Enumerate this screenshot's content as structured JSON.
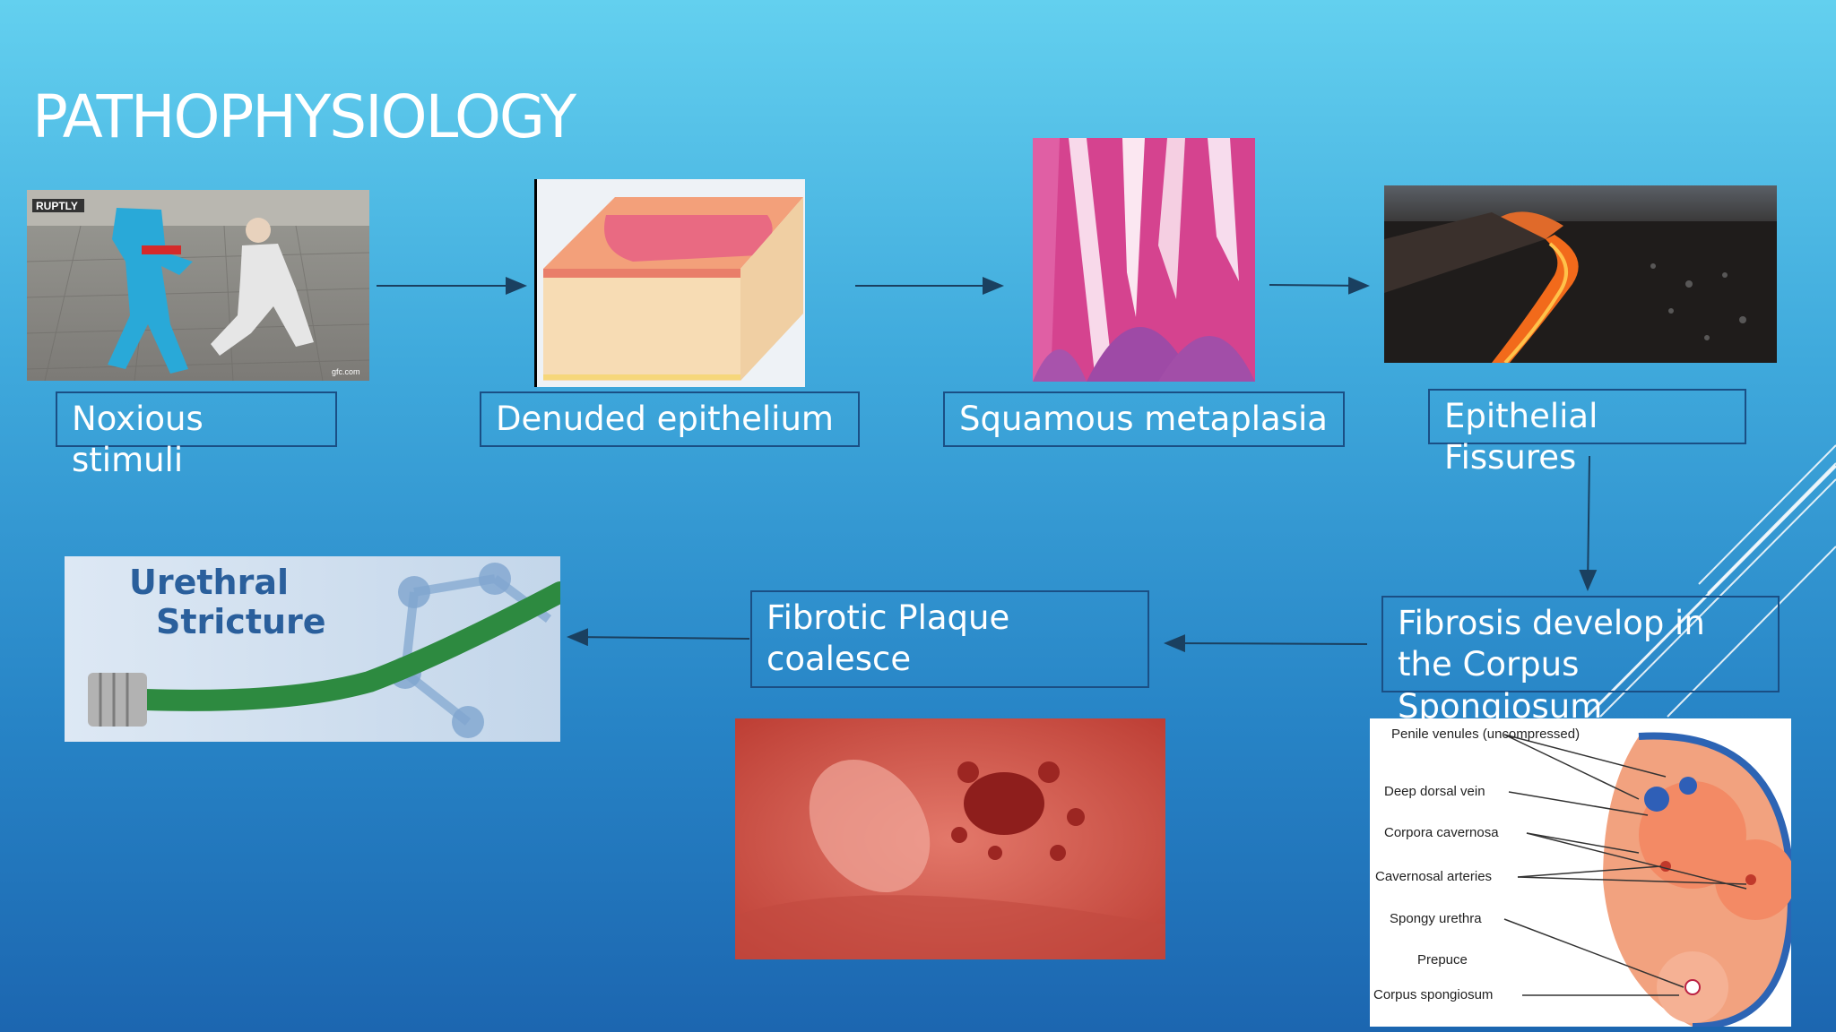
{
  "slide": {
    "title": "PATHOPHYSIOLOGY"
  },
  "steps": [
    {
      "label": "Noxious stimuli"
    },
    {
      "label": "Denuded epithelium"
    },
    {
      "label": "Squamous metaplasia"
    },
    {
      "label": "Epithelial Fissures"
    },
    {
      "label": "Fibrosis develop in the Corpus Spongiosum"
    },
    {
      "label": "Fibrotic Plaque coalesce"
    }
  ],
  "images": {
    "stimuli_watermark": "RUPTLY",
    "stimuli_corner": "gfc.com",
    "stricture_line1": "Urethral",
    "stricture_line2": "Stricture"
  },
  "anatomy_diagram": {
    "labels": [
      "Penile venules (uncompressed)",
      "Deep dorsal vein",
      "Corpora cavernosa",
      "Cavernosal arteries",
      "Spongy urethra",
      "Prepuce",
      "Corpus spongiosum"
    ]
  },
  "colors": {
    "background_top": "#63d0ef",
    "background_bottom": "#1c66b0",
    "box_border": "#1a4f85",
    "arrow": "#1a4060"
  }
}
